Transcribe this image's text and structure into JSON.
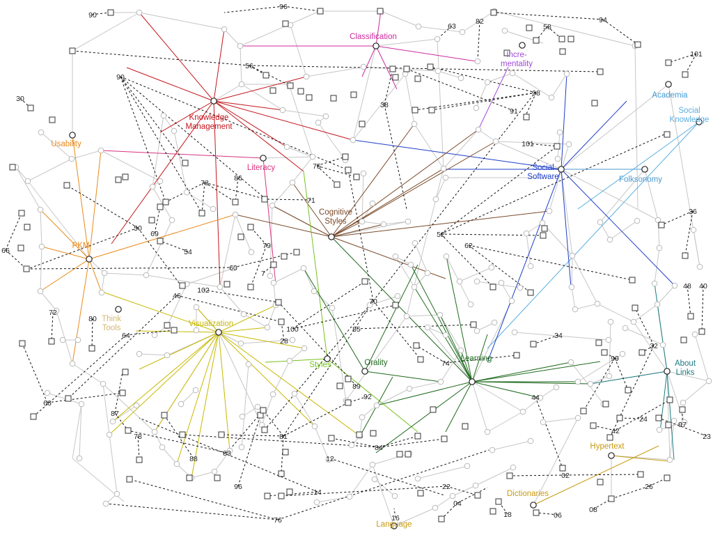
{
  "topics": [
    {
      "id": "classification",
      "lines": [
        "Classification"
      ],
      "color": "#cc2a9e"
    },
    {
      "id": "incrementality",
      "lines": [
        "Incre-",
        "mentality"
      ],
      "color": "#a14ad9"
    },
    {
      "id": "knowledge-management",
      "lines": [
        "Knowledge",
        "Management"
      ],
      "color": "#c4161c"
    },
    {
      "id": "usability",
      "lines": [
        "Usability"
      ],
      "color": "#e8891a"
    },
    {
      "id": "literacy",
      "lines": [
        "Literacy"
      ],
      "color": "#d6337f"
    },
    {
      "id": "academia",
      "lines": [
        "Academia"
      ],
      "color": "#3f9ad6"
    },
    {
      "id": "social-knowledge",
      "lines": [
        "Social",
        "Knowledge"
      ],
      "color": "#5aaee0"
    },
    {
      "id": "social-software",
      "lines": [
        "Social",
        "Software"
      ],
      "color": "#1c3cc7"
    },
    {
      "id": "folksonomy",
      "lines": [
        "Folksonomy"
      ],
      "color": "#4b9ad1"
    },
    {
      "id": "cognitive-styles",
      "lines": [
        "Cognitive",
        "Styles"
      ],
      "color": "#7a4a2a"
    },
    {
      "id": "pkm",
      "lines": [
        "PKM"
      ],
      "color": "#e8891a"
    },
    {
      "id": "think-tools",
      "lines": [
        "Think",
        "Tools"
      ],
      "color": "#d4b870"
    },
    {
      "id": "visualization",
      "lines": [
        "Visualization"
      ],
      "color": "#c8b800"
    },
    {
      "id": "styles",
      "lines": [
        "Styles"
      ],
      "color": "#76c21e"
    },
    {
      "id": "orality",
      "lines": [
        "Orality"
      ],
      "color": "#1e6a1e"
    },
    {
      "id": "learning",
      "lines": [
        "Learning"
      ],
      "color": "#1e6a1e"
    },
    {
      "id": "about-links",
      "lines": [
        "About",
        "Links"
      ],
      "color": "#1a7a80"
    },
    {
      "id": "hypertext",
      "lines": [
        "Hypertext"
      ],
      "color": "#c79a10"
    },
    {
      "id": "dictionaries",
      "lines": [
        "Dictionaries"
      ],
      "color": "#c79a10"
    },
    {
      "id": "language",
      "lines": [
        "Language"
      ],
      "color": "#c79a10"
    }
  ],
  "number_labels": [
    "90",
    "96",
    "94",
    "63",
    "82",
    "58",
    "101",
    "56",
    "90",
    "98",
    "30",
    "38",
    "91",
    "101",
    "75",
    "73",
    "86",
    "71",
    "50",
    "69",
    "54",
    "66",
    "79",
    "52",
    "36",
    "62",
    "60",
    "7",
    "102",
    "46",
    "48",
    "40",
    "72",
    "80",
    "64",
    "100",
    "70",
    "85",
    "28",
    "34",
    "74",
    "32",
    "99",
    "66",
    "89",
    "92",
    "44",
    "87",
    "78",
    "81",
    "84",
    "24",
    "97",
    "23",
    "42",
    "88",
    "83",
    "12",
    "96",
    "14",
    "22",
    "02",
    "26",
    "16",
    "04",
    "08",
    "06",
    "18",
    "76"
  ],
  "colors": {
    "grey_edge": "#c6c6c6",
    "dashed_edge": "#111111"
  }
}
